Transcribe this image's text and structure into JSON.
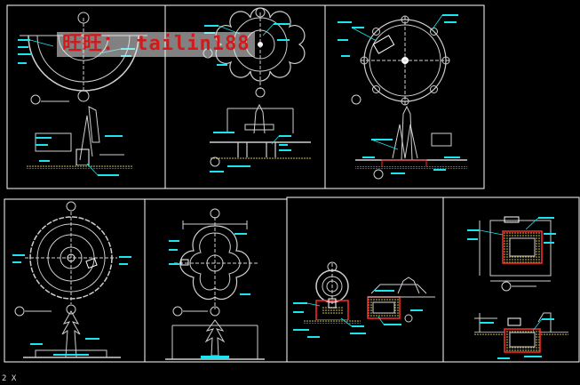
{
  "watermark": "旺旺： tailin188",
  "corner_mark": "2 X",
  "colors": {
    "background": "#000000",
    "frame": "#ffffff",
    "linework": "#cfcfcf",
    "callout": "#19e6f0",
    "accent": "#ff2a2a",
    "hatch": "#e0d25a",
    "watermark": "#d21a1a"
  },
  "sheets": [
    {
      "name": "fountain-sheet-1"
    },
    {
      "name": "fountain-sheet-2"
    },
    {
      "name": "fountain-sheet-3"
    },
    {
      "name": "fountain-sheet-4"
    },
    {
      "name": "fountain-sheet-5"
    },
    {
      "name": "fountain-sheet-6"
    },
    {
      "name": "fountain-sheet-7"
    }
  ]
}
